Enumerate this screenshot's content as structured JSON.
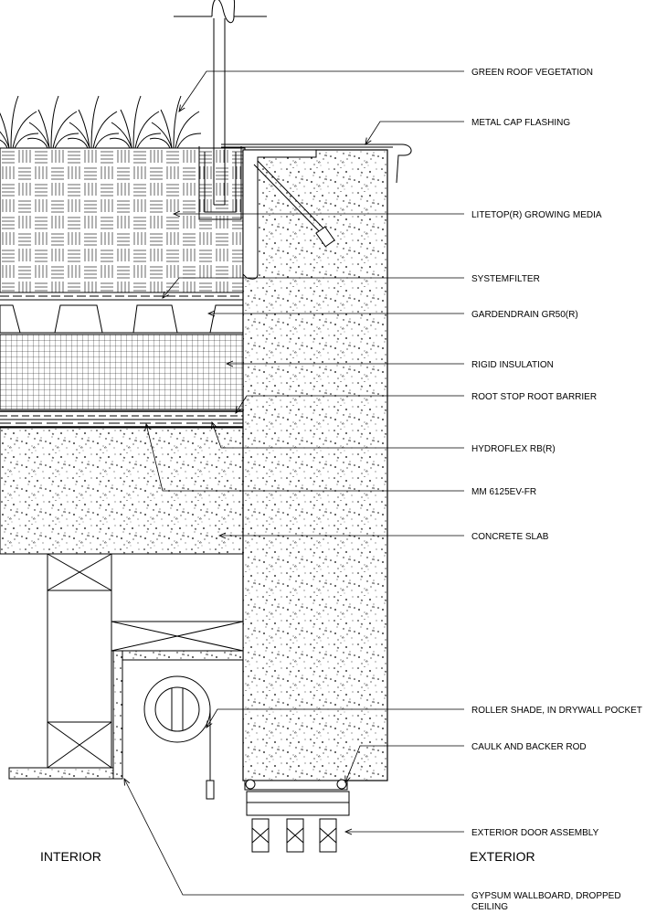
{
  "labels": {
    "green_roof_vegetation": "GREEN ROOF VEGETATION",
    "metal_cap_flashing": "METAL CAP FLASHING",
    "growing_media": "LITETOP(R) GROWING MEDIA",
    "systemfilter": "SYSTEMFILTER",
    "gardendrain": "GARDENDRAIN GR50(R)",
    "rigid_insulation": "RIGID INSULATION",
    "root_barrier": "ROOT STOP  ROOT BARRIER",
    "hydroflex": "HYDROFLEX RB(R)",
    "mm_membrane": "MM 6125EV-FR",
    "concrete_slab": "CONCRETE SLAB",
    "roller_shade": "ROLLER SHADE, IN DRYWALL POCKET",
    "caulk": "CAULK AND BACKER ROD",
    "door_assembly": "EXTERIOR DOOR ASSEMBLY",
    "gypsum_line1": "GYPSUM WALLBOARD, DROPPED",
    "gypsum_line2": "CEILING"
  },
  "zones": {
    "interior": "INTERIOR",
    "exterior": "EXTERIOR"
  }
}
